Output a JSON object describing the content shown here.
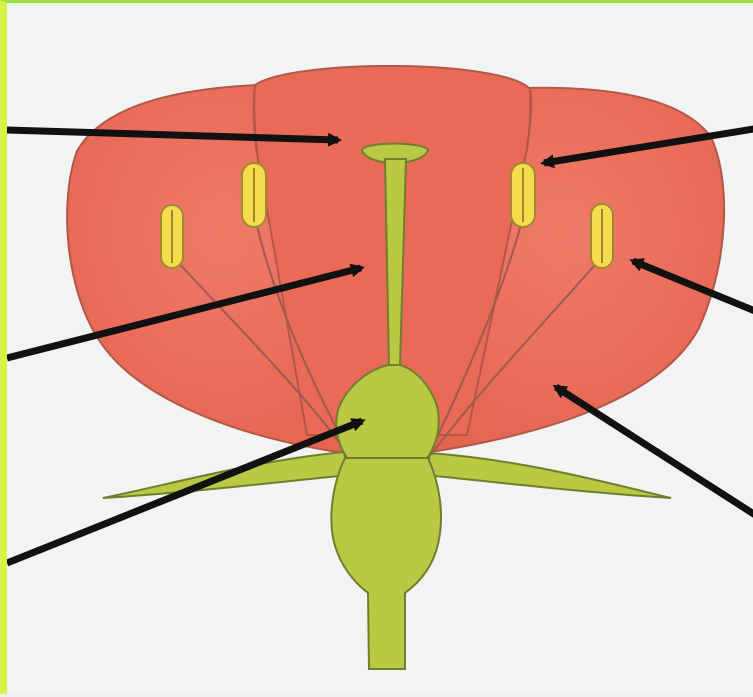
{
  "diagram": {
    "parts": [
      {
        "name": "petals"
      },
      {
        "name": "stigma"
      },
      {
        "name": "style"
      },
      {
        "name": "ovary"
      },
      {
        "name": "stamens"
      },
      {
        "name": "sepals"
      },
      {
        "name": "receptacle"
      }
    ],
    "label_arrows": [
      {
        "name": "arrow-stigma"
      },
      {
        "name": "arrow-style"
      },
      {
        "name": "arrow-ovary"
      },
      {
        "name": "arrow-anther-right-inner"
      },
      {
        "name": "arrow-anther-right-outer"
      },
      {
        "name": "arrow-petal"
      }
    ],
    "colors": {
      "background": "#f2f3f3",
      "petal_fill": "#eb6f5f",
      "petal_outline": "#b2584a",
      "pistil_fill": "#b9c943",
      "pistil_outline": "#6f7f2c",
      "anther_fill": "#f4dc4d",
      "anther_outline": "#a2892e",
      "arrow": "#111111"
    }
  }
}
